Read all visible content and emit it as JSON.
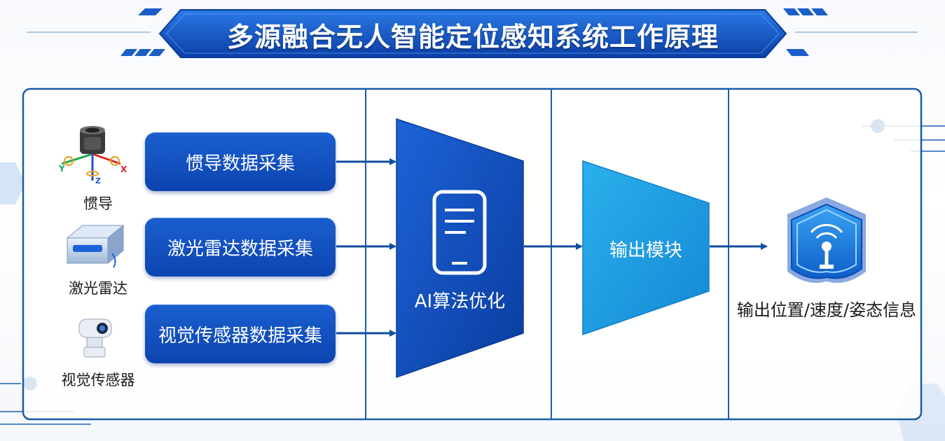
{
  "title": "多源融合无人智能定位感知系统工作原理",
  "sensors": [
    {
      "label": "惯导",
      "icon": "imu-sensor-icon",
      "box_label": "惯导数据采集"
    },
    {
      "label": "激光雷达",
      "icon": "lidar-sensor-icon",
      "box_label": "激光雷达数据采集"
    },
    {
      "label": "视觉传感器",
      "icon": "camera-sensor-icon",
      "box_label": "视觉传感器数据采集"
    }
  ],
  "imu_axes": {
    "x": "X",
    "y": "Y",
    "z": "Z"
  },
  "algorithm": {
    "label": "AI算法优化",
    "icon": "smartphone-icon"
  },
  "output_module": {
    "label": "输出模块"
  },
  "output": {
    "label": "输出位置/速度/姿态信息",
    "icon": "signal-tower-icon"
  },
  "colors": {
    "primary": "#0d47b8",
    "accent": "#1fa0e0",
    "frame": "#1a5ca8",
    "arrow": "#0e4e9e"
  }
}
